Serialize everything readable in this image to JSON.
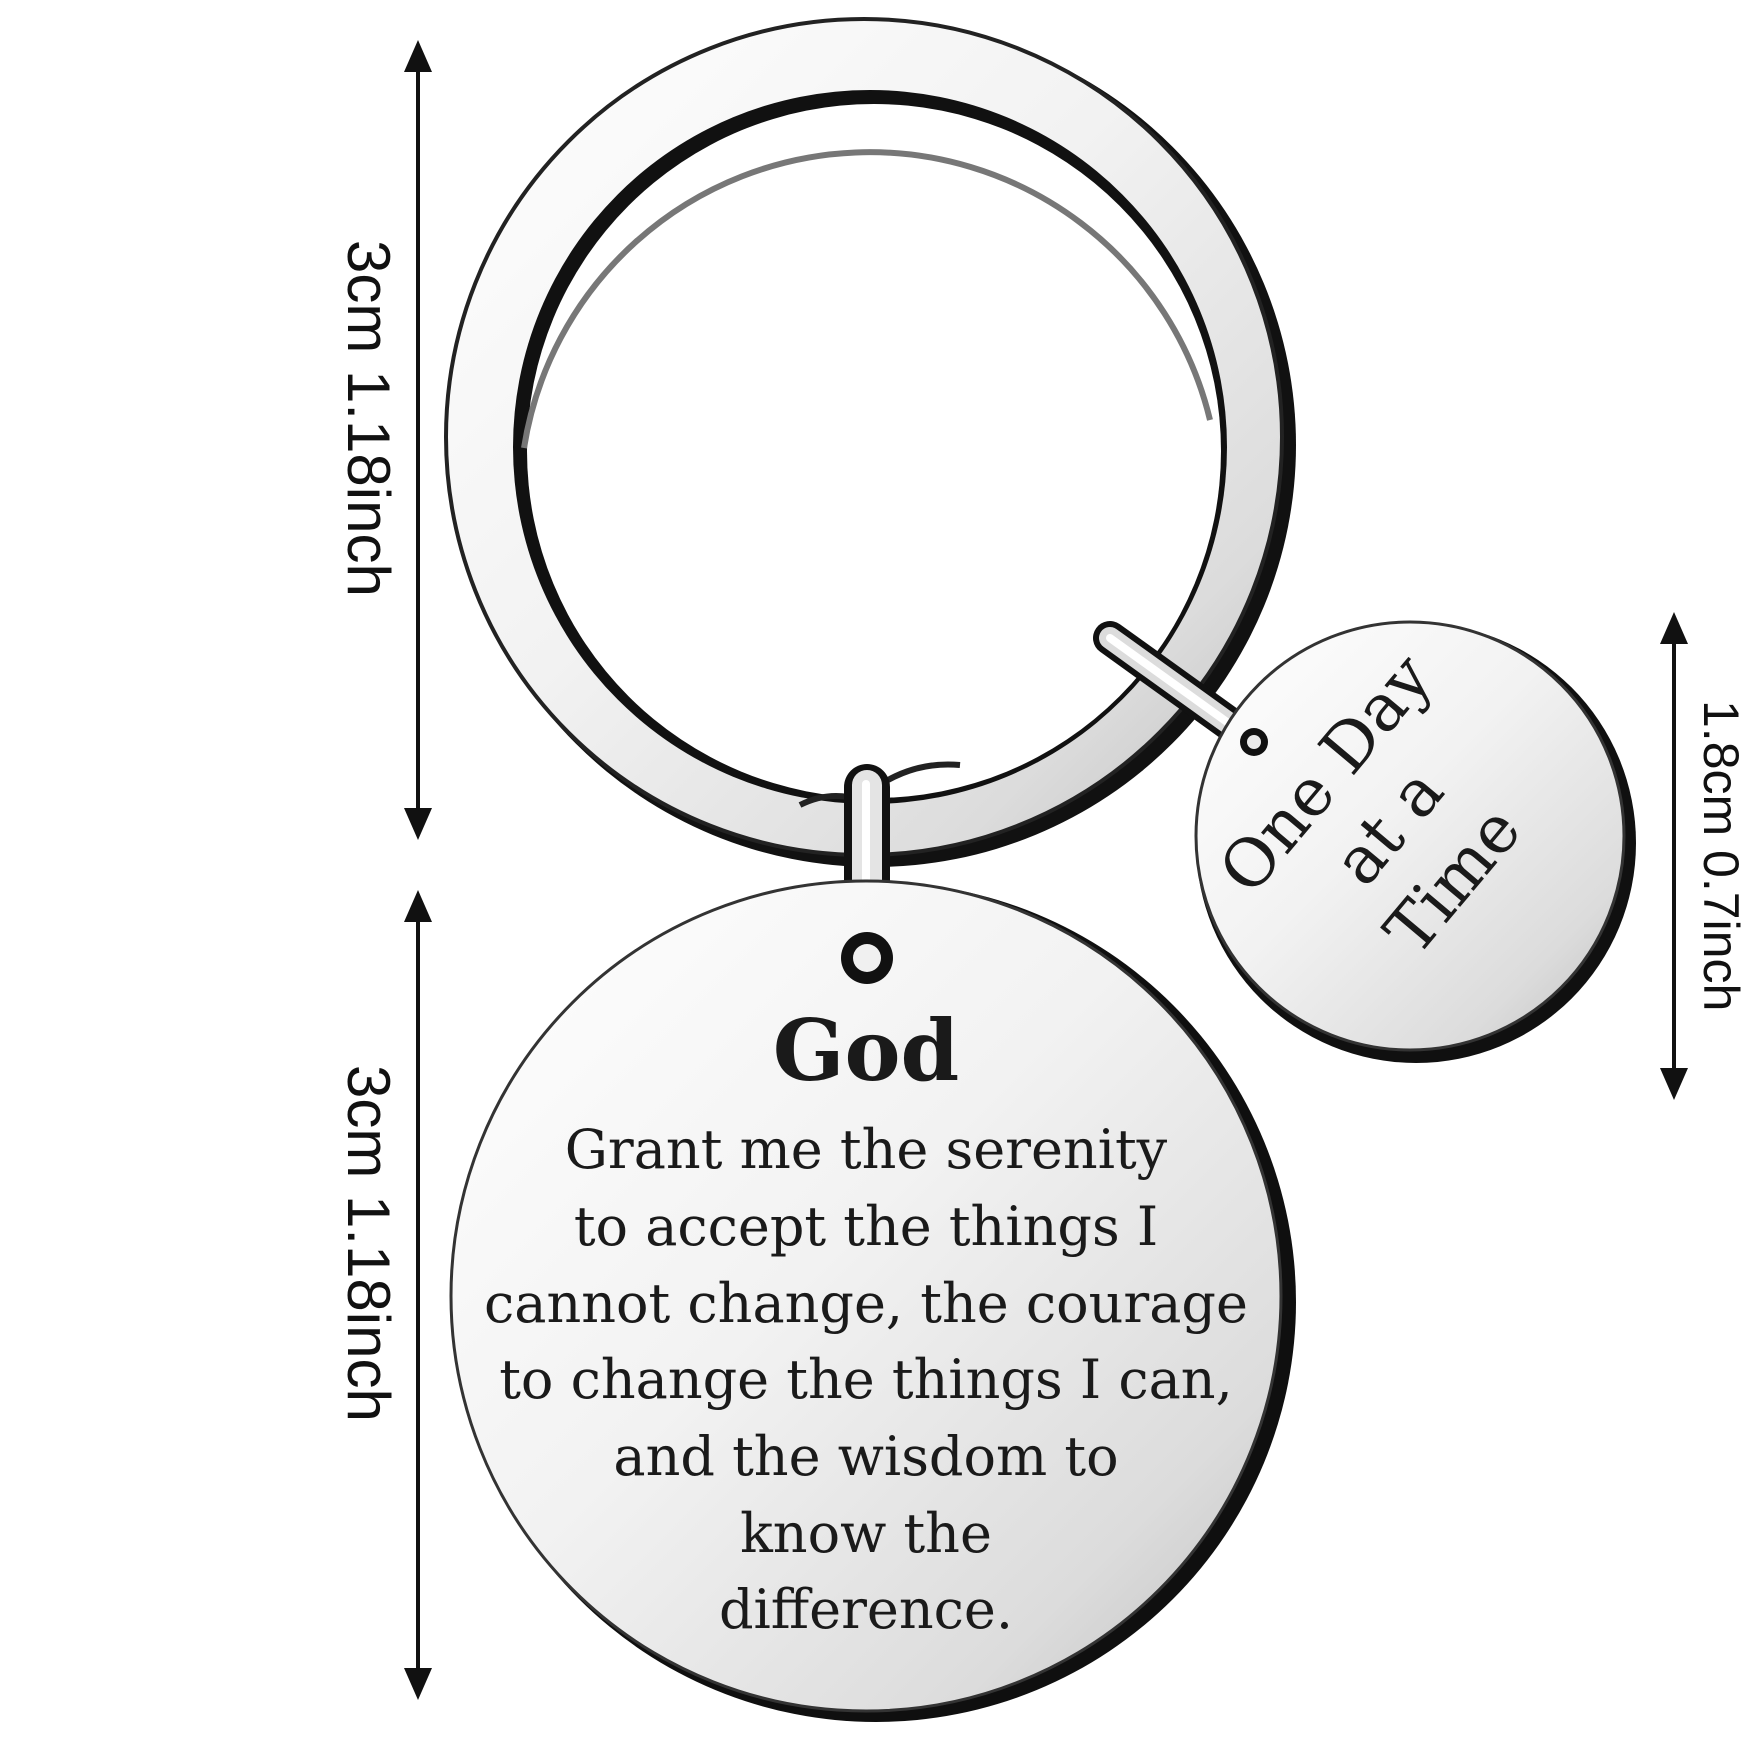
{
  "dimensions": {
    "ring_height": "3cm 1.18inch",
    "large_tag_height": "3cm 1.18inch",
    "small_tag_height": "1.8cm 0.7inch"
  },
  "large_tag": {
    "title": "God",
    "lines": [
      "Grant me the serenity",
      "to accept the things I",
      "cannot change, the courage",
      "to change the things I can,",
      "and the wisdom to",
      "know the",
      "difference."
    ]
  },
  "small_tag": {
    "lines": [
      "One Day",
      "at a",
      "Time"
    ]
  },
  "colors": {
    "metal_light": "#f4f4f4",
    "metal_mid": "#c8c8c8",
    "metal_dark": "#1a1a1a",
    "arrow": "#111111"
  }
}
